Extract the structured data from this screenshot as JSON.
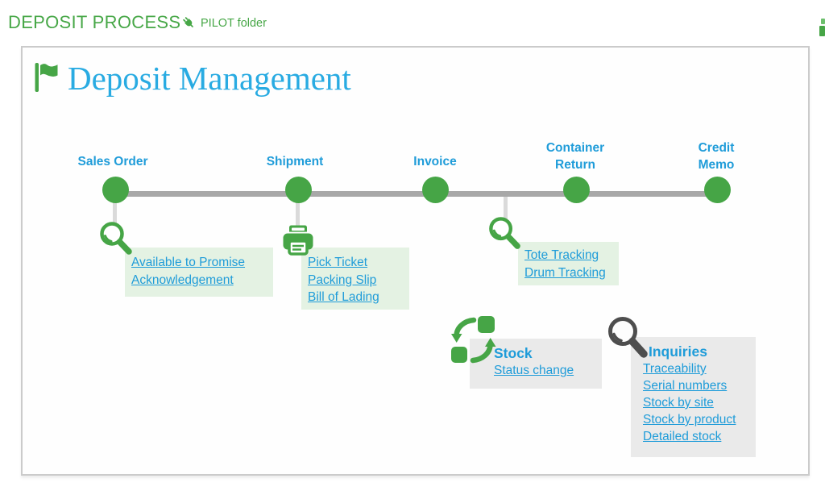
{
  "header": {
    "title": "DEPOSIT PROCESS",
    "folder": "PILOT folder"
  },
  "main": {
    "title": "Deposit Management"
  },
  "timeline": {
    "nodes": [
      {
        "lines": [
          "Sales Order"
        ]
      },
      {
        "lines": [
          "Shipment"
        ]
      },
      {
        "lines": [
          "Invoice"
        ]
      },
      {
        "lines": [
          "Container",
          "Return"
        ]
      },
      {
        "lines": [
          "Credit",
          "Memo"
        ]
      }
    ]
  },
  "groups": {
    "sales_order": {
      "icon": "magnifier-icon",
      "links": [
        "Available to Promise",
        "Acknowledgement"
      ]
    },
    "shipment": {
      "icon": "printer-icon",
      "links": [
        "Pick Ticket",
        "Packing Slip",
        "Bill of Lading"
      ]
    },
    "container_tracking": {
      "icon": "magnifier-icon",
      "links": [
        "Tote Tracking",
        "Drum Tracking"
      ]
    },
    "stock": {
      "icon": "swap-icon",
      "title": "Stock",
      "links": [
        "Status change"
      ]
    },
    "inquiries": {
      "icon": "magnifier-icon",
      "title": "Inquiries",
      "links": [
        "Traceability",
        "Serial numbers",
        "Stock by site",
        "Stock by product",
        "Detailed stock"
      ]
    }
  },
  "icons": {
    "header_folder": "plug-icon",
    "page_title": "flag-icon"
  },
  "colors": {
    "green": "#46a546",
    "text_green": "#47a747",
    "link_blue": "#1f9cd9",
    "title_blue": "#29abe2",
    "box_green": "#e4f2e3",
    "box_gray": "#eaeaea",
    "timeline_gray": "#a8a8a8",
    "connector_gray": "#dadada",
    "inquiry_icon_gray": "#4e4e4e"
  }
}
